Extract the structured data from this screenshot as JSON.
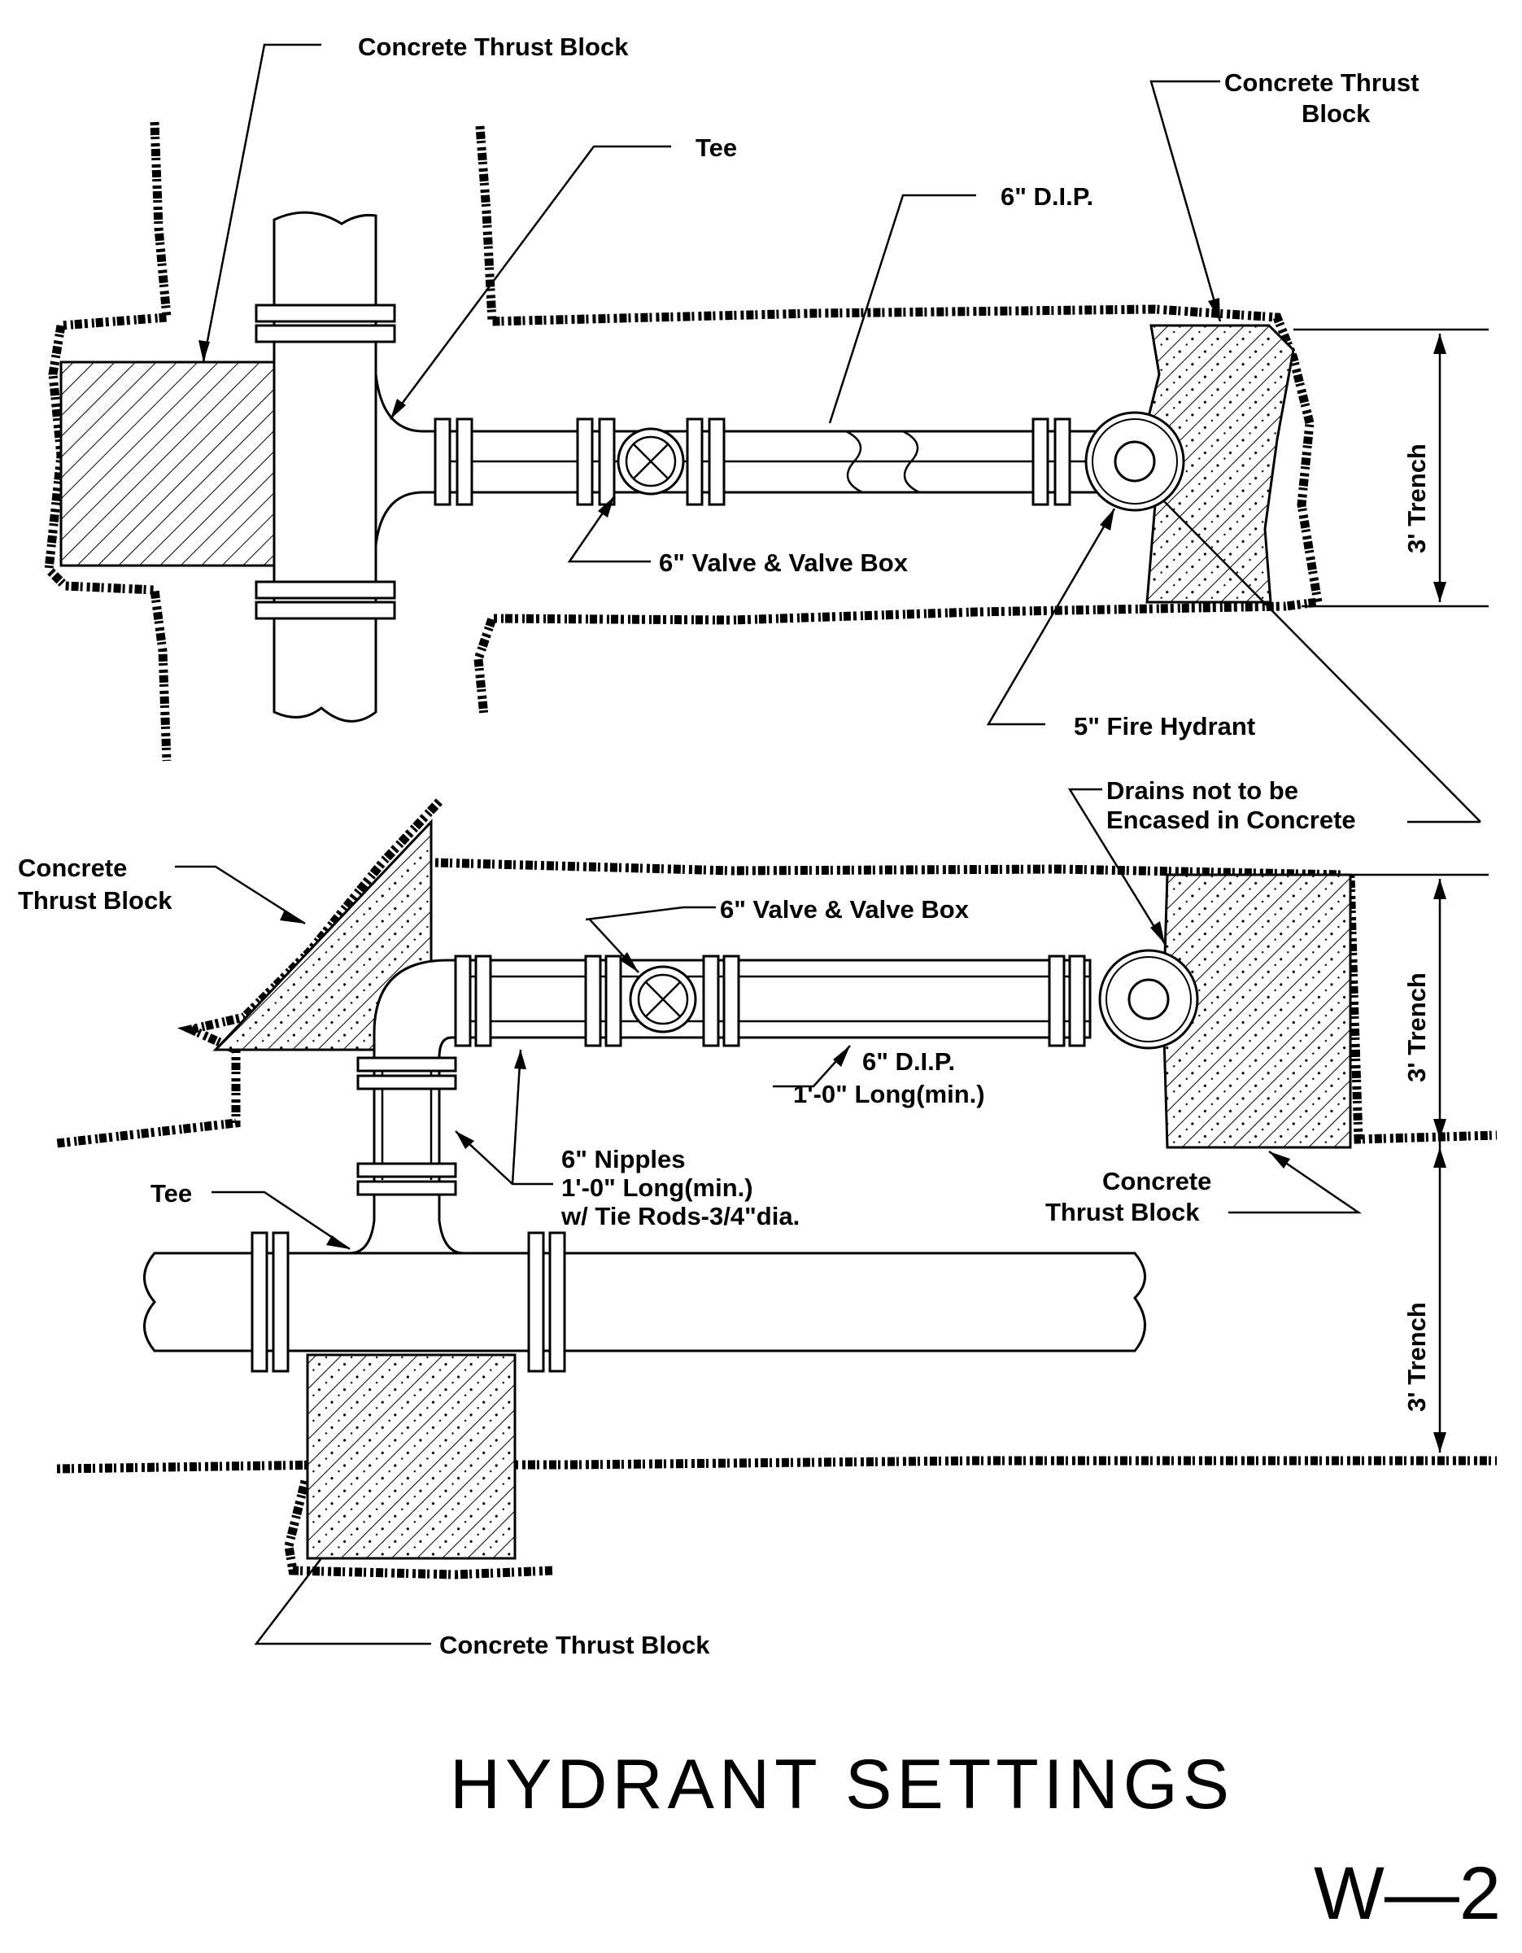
{
  "title": "HYDRANT SETTINGS",
  "sheet_number": "W—2",
  "top_view": {
    "labels": {
      "thrust_block_left": "Concrete Thrust Block",
      "tee": "Tee",
      "thrust_block_right_line1": "Concrete Thrust",
      "thrust_block_right_line2": "Block",
      "dip": "6\" D.I.P.",
      "valve": "6\" Valve & Valve Box",
      "hydrant": "5\" Fire Hydrant",
      "trench": "3' Trench"
    }
  },
  "bottom_view": {
    "labels": {
      "thrust_block_left_line1": "Concrete",
      "thrust_block_left_line2": "Thrust Block",
      "drains_line1": "Drains not to be",
      "drains_line2": "Encased in Concrete",
      "valve": "6\" Valve & Valve Box",
      "dip_line1": "6\" D.I.P.",
      "dip_line2": "1'-0\" Long(min.)",
      "nipples_line1": "6\" Nipples",
      "nipples_line2": "1'-0\" Long(min.)",
      "nipples_line3": "w/ Tie Rods-3/4\"dia.",
      "tee": "Tee",
      "thrust_block_right_line1": "Concrete",
      "thrust_block_right_line2": "Thrust Block",
      "trench_upper": "3' Trench",
      "trench_lower": "3' Trench",
      "thrust_block_bottom": "Concrete Thrust Block"
    }
  }
}
